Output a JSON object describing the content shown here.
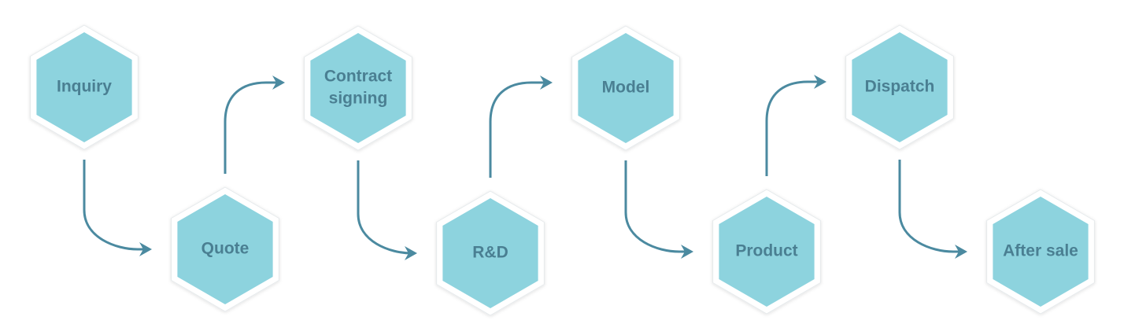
{
  "colors": {
    "hex_fill": "#8dd3de",
    "hex_border": "#ffffff",
    "label": "#4a7f92",
    "connector": "#4b8aa0"
  },
  "steps": [
    {
      "id": "inquiry",
      "lines": [
        "Inquiry"
      ]
    },
    {
      "id": "quote",
      "lines": [
        "Quote"
      ]
    },
    {
      "id": "contract-signing",
      "lines": [
        "Contract",
        "signing"
      ]
    },
    {
      "id": "rnd",
      "lines": [
        "R&D"
      ]
    },
    {
      "id": "model",
      "lines": [
        "Model"
      ]
    },
    {
      "id": "product",
      "lines": [
        "Product"
      ]
    },
    {
      "id": "dispatch",
      "lines": [
        "Dispatch"
      ]
    },
    {
      "id": "after-sale",
      "lines": [
        "After sale"
      ]
    }
  ]
}
